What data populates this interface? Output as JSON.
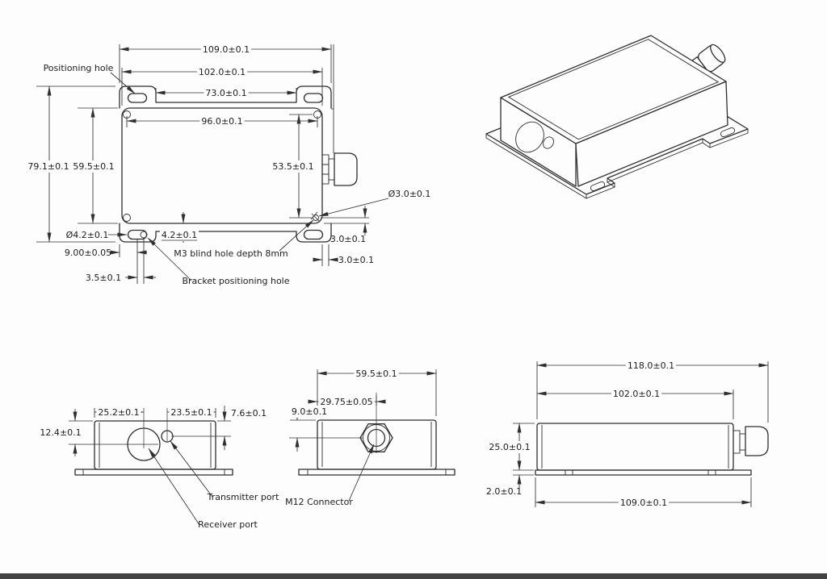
{
  "window": {
    "bottom_bar": ""
  },
  "top_view": {
    "dims": {
      "overall_width": "109.0±0.1",
      "body_width": "102.0±0.1",
      "slot_spacing": "73.0±0.1",
      "hole_spacing_horizontal": "96.0±0.1",
      "overall_depth": "79.1±0.1",
      "body_depth": "59.5±0.1",
      "hole_spacing_vertical": "53.5±0.1",
      "slot_diameter": "Ø4.2±0.1",
      "bracket_edge_offset": "4.2±0.1",
      "slot_offset_from_edge": "9.00±0.05",
      "pin_hole_offset": "3.5±0.1",
      "pin_hole_diameter": "Ø3.0±0.1",
      "pin_edge_offset_vertical": "3.0±0.1",
      "pin_edge_offset_horizontal": "3.0±0.1"
    },
    "labels": {
      "positioning_hole": "Positioning hole",
      "m3_note": "M3 blind hole depth 8mm",
      "bracket_positioning_hole": "Bracket positioning hole"
    }
  },
  "front_view": {
    "dims": {
      "receiver_offset": "25.2±0.1",
      "transmitter_offset": "23.5±0.1",
      "transmitter_height": "7.6±0.1",
      "receiver_height": "12.4±0.1"
    },
    "labels": {
      "transmitter_port": "Transmitter port",
      "receiver_port": "Receiver port"
    }
  },
  "connector_view": {
    "dims": {
      "body_width": "59.5±0.1",
      "connector_offset": "29.75±0.05",
      "connector_height": "9.0±0.1"
    },
    "labels": {
      "m12_connector": "M12 Connector"
    }
  },
  "side_view": {
    "dims": {
      "overall_length": "118.0±0.1",
      "body_length": "102.0±0.1",
      "body_height": "25.0±0.1",
      "bracket_thickness": "2.0±0.1",
      "bracket_length": "109.0±0.1"
    }
  }
}
